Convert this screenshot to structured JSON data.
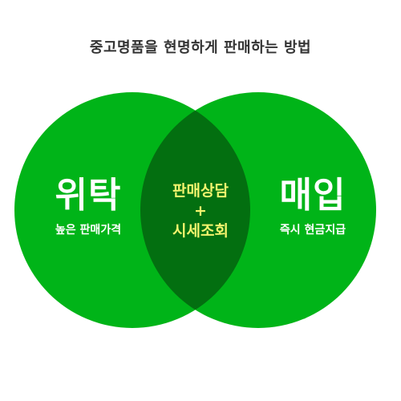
{
  "title": "중고명품을 현명하게 판매하는 방법",
  "left": {
    "main": "위탁",
    "sub": "높은 판매가격"
  },
  "right": {
    "main": "매입",
    "sub": "즉시 현금지급"
  },
  "center": {
    "line1": "판매상담",
    "plus": "+",
    "line2": "시세조회"
  },
  "colors": {
    "circle": "#00b418",
    "overlap": "#036f10",
    "center_text": "#f4f46e"
  }
}
